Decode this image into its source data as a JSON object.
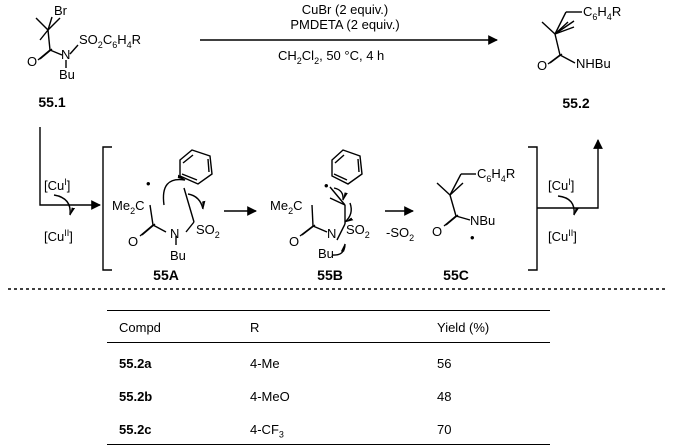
{
  "reaction": {
    "condition_line1": "CuBr (2 equiv.)",
    "condition_line2": "PMDETA (2 equiv.)",
    "condition_solvent": "CH",
    "condition_solvent_sub": "2",
    "condition_solvent_mid": "Cl",
    "condition_solvent_sub2": "2",
    "condition_rest": ", 50 °C, 4 h"
  },
  "compounds": {
    "start": "55.1",
    "product": "55.2",
    "int_a": "55A",
    "int_b": "55B",
    "int_c": "55C"
  },
  "labels": {
    "br": "Br",
    "n": "N",
    "o": "O",
    "bu": "Bu",
    "so2c6h4r": "SO",
    "c6h4r": "C",
    "nhbu": "NHBu",
    "nbu": "NBu",
    "me2c": "Me",
    "so2": "SO",
    "minus_so2": "-SO",
    "two": "2",
    "six": "6",
    "four": "4",
    "h": "H",
    "r": "R",
    "cu": "[Cu",
    "cu_i": "I",
    "cu_ii": "II",
    "close_bracket": "]",
    "radical": "•"
  },
  "table": {
    "headers": [
      "Compd",
      "R",
      "Yield (%)"
    ],
    "rows": [
      {
        "compd": "55.2a",
        "r": "4-Me",
        "r_sub": "",
        "yield": "56"
      },
      {
        "compd": "55.2b",
        "r": "4-MeO",
        "r_sub": "",
        "yield": "48"
      },
      {
        "compd": "55.2c",
        "r": "4-CF",
        "r_sub": "3",
        "yield": "70"
      }
    ]
  }
}
